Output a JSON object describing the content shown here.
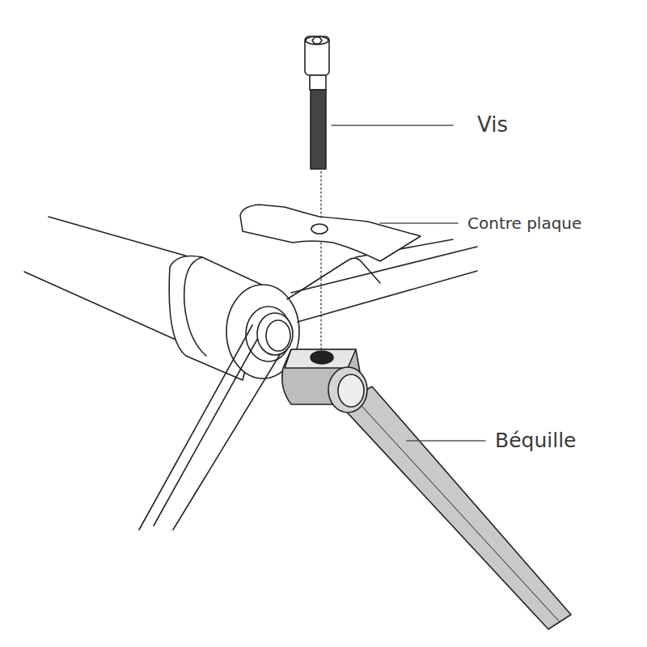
{
  "diagram": {
    "labels": [
      "Vis",
      "Contre plaque",
      "Béquille"
    ]
  }
}
